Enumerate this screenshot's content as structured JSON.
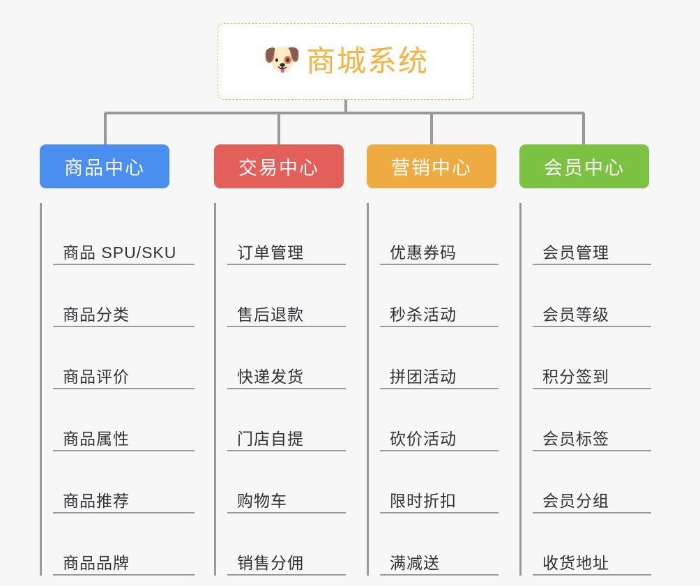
{
  "page": {
    "background_color": "#f7f7f7",
    "line_color": "#999999",
    "text_color": "#303133"
  },
  "root": {
    "icon": "shiba-dog-face-emoji",
    "icon_glyph": "🐶",
    "title": "商城系统",
    "title_color": "#f5b341",
    "border_color": "#f2b94a",
    "background_color": "#ffffff"
  },
  "branches": [
    {
      "label": "商品中心",
      "color": "#4a8ef0",
      "items": [
        "商品 SPU/SKU",
        "商品分类",
        "商品评价",
        "商品属性",
        "商品推荐",
        "商品品牌"
      ]
    },
    {
      "label": "交易中心",
      "color": "#e35f5a",
      "items": [
        "订单管理",
        "售后退款",
        "快递发货",
        "门店自提",
        "购物车",
        "销售分佣"
      ]
    },
    {
      "label": "营销中心",
      "color": "#eeab41",
      "items": [
        "优惠券码",
        "秒杀活动",
        "拼团活动",
        "砍价活动",
        "限时折扣",
        "满减送"
      ]
    },
    {
      "label": "会员中心",
      "color": "#78c council"
    }
  ]
}
